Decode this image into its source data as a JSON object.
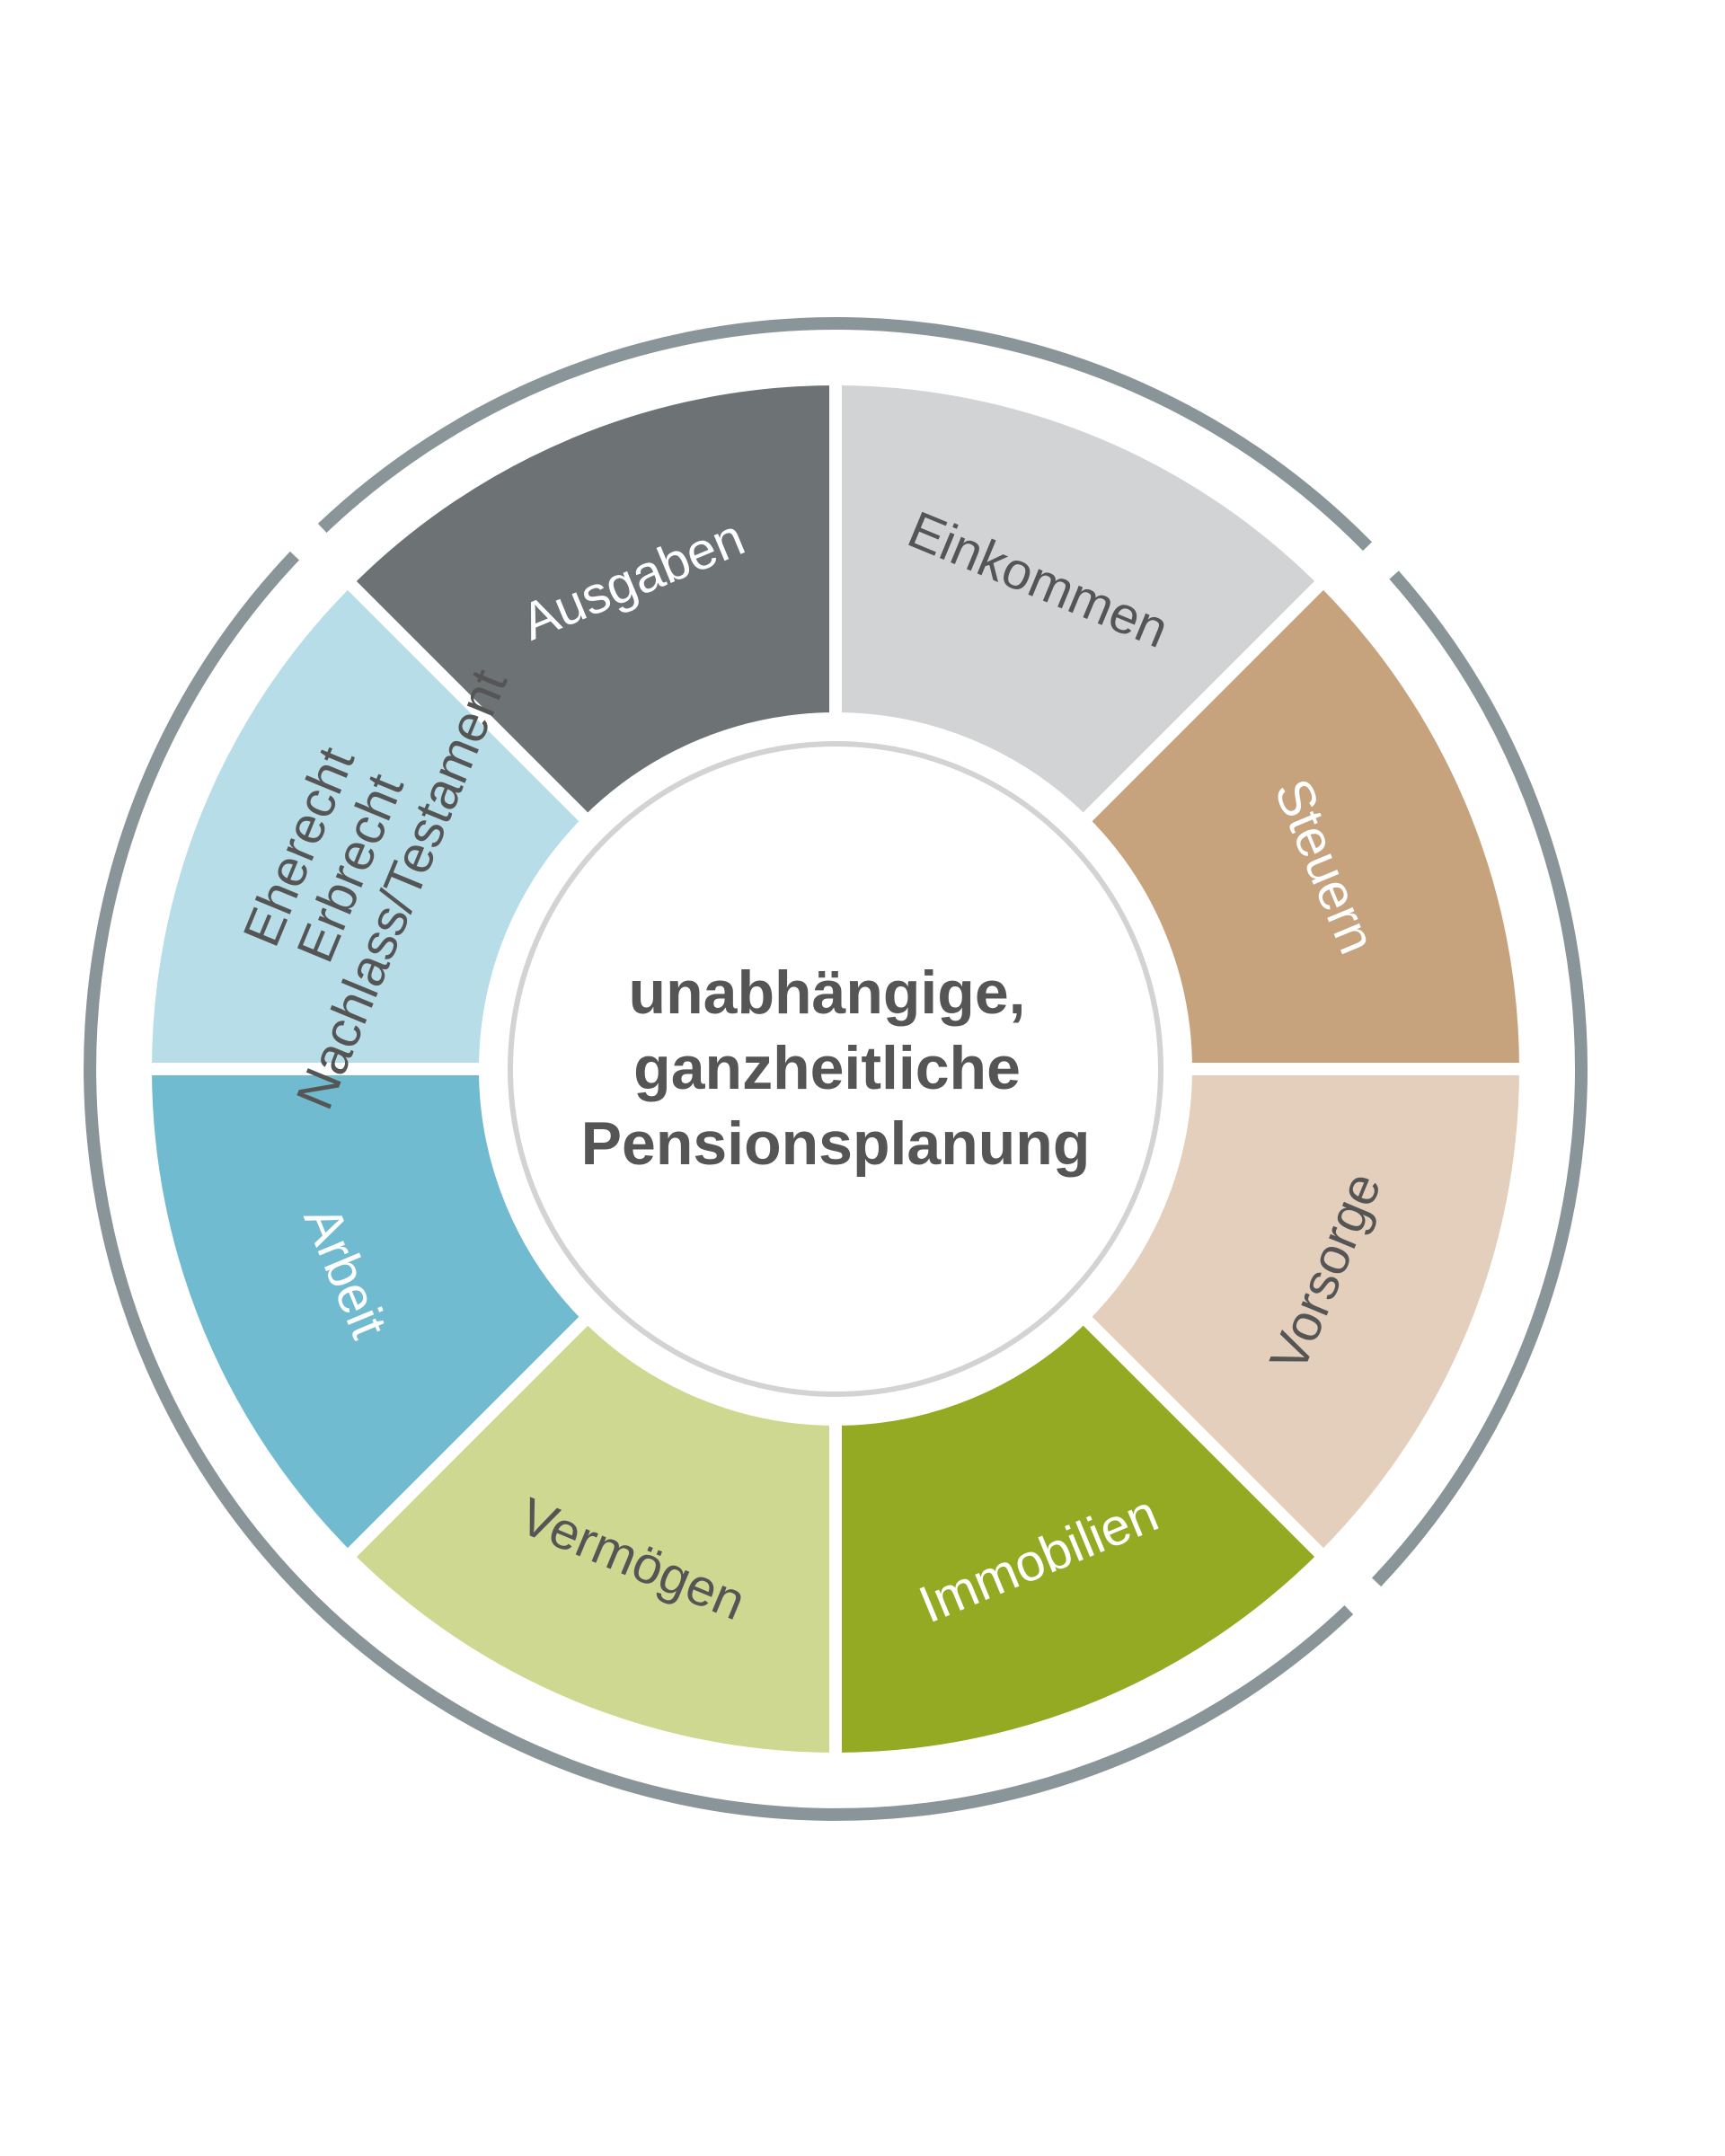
{
  "center": {
    "lines": [
      "unabhängige,",
      "ganzheitliche",
      "Pensionsplanung"
    ],
    "color": "#555555"
  },
  "segments": [
    {
      "name": "einkommen",
      "lines": [
        "Einkommen"
      ],
      "fill": "#d1d3d4",
      "text_color": "#555555"
    },
    {
      "name": "steuern",
      "lines": [
        "Steuern"
      ],
      "fill": "#c6a37d",
      "text_color": "#ffffff"
    },
    {
      "name": "vorsorge",
      "lines": [
        "Vorsorge"
      ],
      "fill": "#e3cfbb",
      "text_color": "#555555"
    },
    {
      "name": "immobilien",
      "lines": [
        "Immobilien"
      ],
      "fill": "#95aa23",
      "text_color": "#ffffff"
    },
    {
      "name": "vermoegen",
      "lines": [
        "Vermögen"
      ],
      "fill": "#cfd891",
      "text_color": "#555555"
    },
    {
      "name": "arbeit",
      "lines": [
        "Arbeit"
      ],
      "fill": "#70bbd0",
      "text_color": "#ffffff"
    },
    {
      "name": "eherecht",
      "lines": [
        "Eherecht",
        "Erbrecht",
        "Nachlass/Testament"
      ],
      "fill": "#b7dde8",
      "text_color": "#555555"
    },
    {
      "name": "ausgaben",
      "lines": [
        "Ausgaben"
      ],
      "fill": "#6d7275",
      "text_color": "#ffffff"
    }
  ],
  "colors": {
    "outer_ring": "#8a9599",
    "inner_ring": "#d3d3d3",
    "separator": "#ffffff"
  }
}
